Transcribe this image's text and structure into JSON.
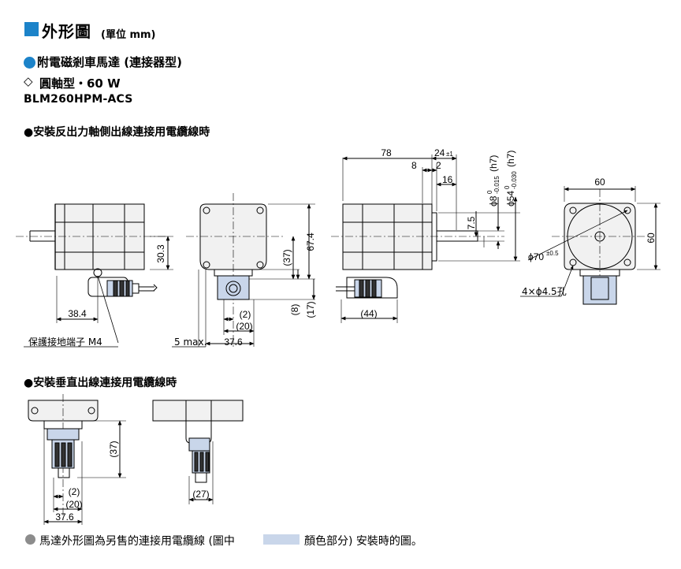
{
  "header": {
    "title": "外形圖",
    "unit_label": "(單位 mm)",
    "product": "附電磁剎車馬達 (連接器型)",
    "diamond": "◇",
    "spec": "圓軸型・60 W",
    "model": "BLM260HPM-ACS"
  },
  "section1": {
    "title": "●安裝反出力軸側出線連接用電纜線時",
    "dims": {
      "d78": "78",
      "d24": "24",
      "d24_tol": "±1",
      "d8": "8",
      "d2top": "2",
      "d16": "16",
      "d75": "7.5",
      "phi8": "ϕ8",
      "phi8_tol_top": "0",
      "phi8_tol_bot": "-0.015",
      "phi8_fit": "(h7)",
      "phi54": "ϕ54",
      "phi54_tol_top": "0",
      "phi54_tol_bot": "-0.030",
      "phi54_fit": "(h7)",
      "d60a": "60",
      "d60b": "60",
      "phi70": "ϕ70",
      "phi70_tol": "±0.5",
      "holes": "4×ϕ4.5孔",
      "d303": "30.3",
      "d384": "38.4",
      "terminal": "保護接地端子 M4",
      "d37": "(37)",
      "d674": "67.4",
      "d8p": "(8)",
      "d17p": "(17)",
      "d2p": "(2)",
      "d20p": "(20)",
      "d5max": "5 max.",
      "d376": "37.6",
      "d44p": "(44)"
    }
  },
  "section2": {
    "title": "●安裝垂直出線連接用電纜線時",
    "dims": {
      "d37": "(37)",
      "d2p": "(2)",
      "d20p": "(20)",
      "d376": "37.6",
      "d27p": "(27)"
    }
  },
  "footer": {
    "note_before": "馬達外形圖為另售的連接用電纜線 (圖中",
    "note_after": "顏色部分) 安裝時的圖。"
  },
  "colors": {
    "accent": "#1c83c9",
    "motor_fill": "#f1f1f1",
    "cable_highlight": "#c9d6ea",
    "note_dot": "#8c8c8c"
  }
}
